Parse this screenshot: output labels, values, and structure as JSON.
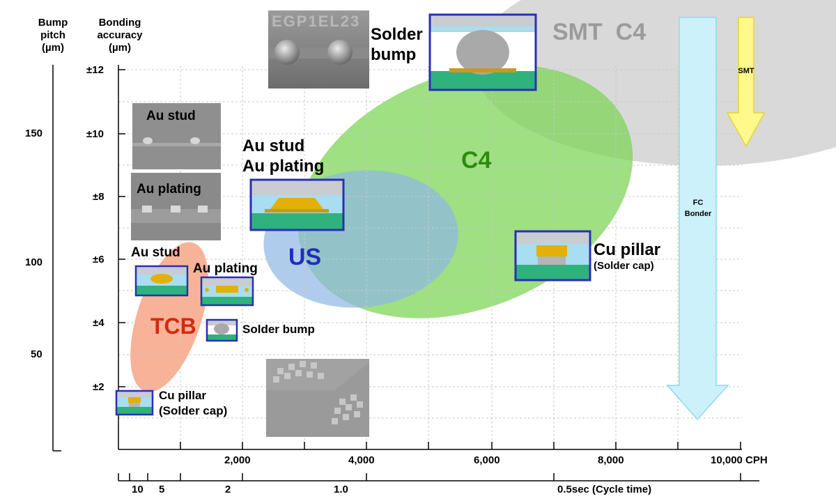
{
  "axes": {
    "pitch_header": [
      "Bump",
      "pitch",
      "(µm)"
    ],
    "accuracy_header": [
      "Bonding",
      "accuracy",
      "(µm)"
    ],
    "pitch_ticks": [
      "150",
      "100",
      "50"
    ],
    "accuracy_ticks": [
      "±12",
      "±10",
      "±8",
      "±6",
      "±4",
      "±2"
    ],
    "cph_ticks": [
      "2,000",
      "4,000",
      "6,000",
      "8,000",
      "10,000 CPH"
    ],
    "cycle_ticks": [
      "10",
      "5",
      "2",
      "1.0",
      "0.5sec (Cycle time)"
    ]
  },
  "regions": {
    "smt_c4": {
      "label": "SMT  C4",
      "color": "#d9d9d9"
    },
    "c4": {
      "label": "C4",
      "color": "#79d452",
      "label_color": "#2e8b0e"
    },
    "us": {
      "label": "US",
      "color": "#8fb6e6",
      "label_color": "#1f2ebf"
    },
    "tcb": {
      "label": "TCB",
      "color": "#f7a585",
      "label_color": "#d42a10"
    }
  },
  "arrows": {
    "fc_bonder": {
      "label": [
        "FC",
        "Bonder"
      ],
      "color": "#ccf1fb"
    },
    "smt": {
      "label": "SMT",
      "color": "#fff88a"
    }
  },
  "labels": {
    "solder_bump_top": [
      "Solder",
      "bump"
    ],
    "au_stud_au_plating": [
      "Au stud",
      "Au plating"
    ],
    "cu_pillar_right": "Cu pillar",
    "solder_cap_right": "(Solder cap)",
    "au_stud_small": "Au stud",
    "au_plating_small": "Au plating",
    "solder_bump_small": "Solder bump",
    "cu_pillar_small": [
      "Cu pillar",
      "(Solder cap)"
    ]
  },
  "photos": {
    "au_stud_photo": "Au stud",
    "au_plating_photo": "Au plating",
    "top_photo_text": "EGP1EL23"
  },
  "colors": {
    "frame": "#2b2fb3",
    "substrate": "#2fb27d",
    "chip": "#c9ccd1",
    "gold": "#e3b008",
    "underfill": "#a8ddf2"
  }
}
